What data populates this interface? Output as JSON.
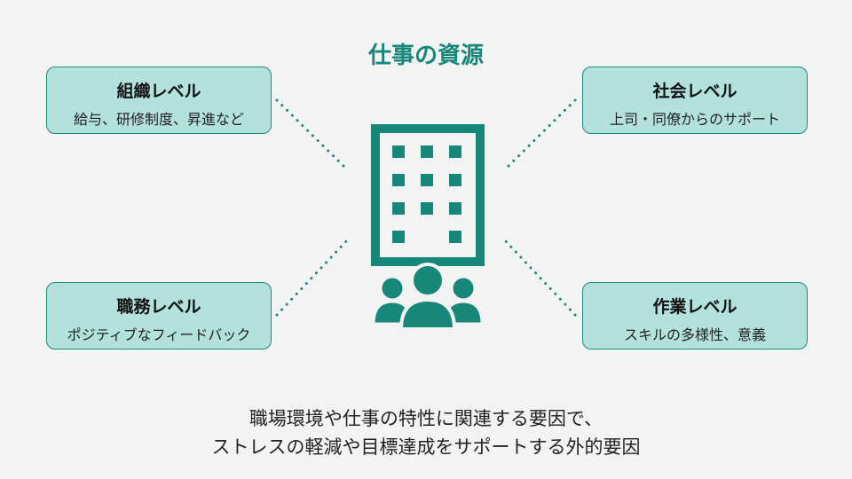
{
  "title": "仕事の資源",
  "boxes": {
    "top_left": {
      "title": "組織レベル",
      "subtitle": "給与、研修制度、昇進など"
    },
    "top_right": {
      "title": "社会レベル",
      "subtitle": "上司・同僚からのサポート"
    },
    "bottom_left": {
      "title": "職務レベル",
      "subtitle": "ポジティブなフィードバック"
    },
    "bottom_right": {
      "title": "作業レベル",
      "subtitle": "スキルの多様性、意義"
    }
  },
  "description": {
    "line1": "職場環境や仕事の特性に関連する要因で、",
    "line2": "ストレスの軽減や目標達成をサポートする外的要因"
  },
  "icons": {
    "center": "office-building-with-people-icon"
  },
  "colors": {
    "accent": "#17877a",
    "box_fill": "#b3e2dc",
    "background": "#f3f3f3"
  }
}
